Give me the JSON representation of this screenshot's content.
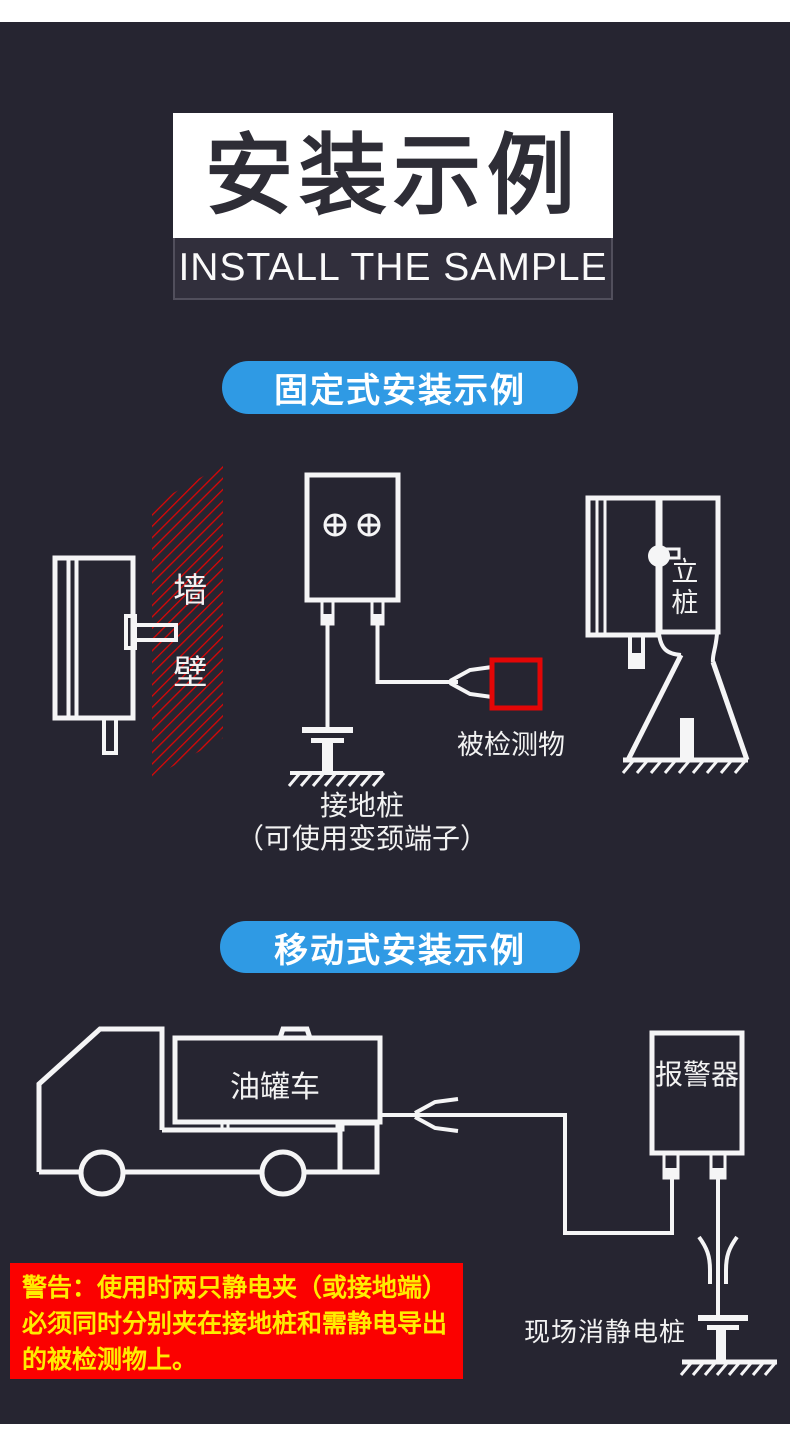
{
  "page": {
    "title": "安装示例",
    "subtitle": "INSTALL THE SAMPLE"
  },
  "colors": {
    "background_dark": "#262531",
    "accent_blue": "#2f9ae4",
    "line_white": "#f5f5f6",
    "hatch_red": "#dc0606",
    "detected_box_red": "#e30606",
    "warning_bg": "#fb0100",
    "warning_text": "#ffeb00"
  },
  "fixed_section": {
    "heading": "固定式安装示例",
    "wall_label": "墙壁",
    "detected_object_label": "被检测物",
    "ground_pile_label_line1": "接地桩",
    "ground_pile_label_line2": "（可使用变颈端子）",
    "pillar_label": "立桩"
  },
  "mobile_section": {
    "heading": "移动式安装示例",
    "tanker_label": "油罐车",
    "alarm_label": "报警器",
    "site_pile_label": "现场消静电桩"
  },
  "warning": {
    "lines": [
      "警告：使用时两只静电夹（或接地端）",
      "必须同时分别夹在接地桩和需静电导出",
      "的被检测物上。"
    ]
  }
}
